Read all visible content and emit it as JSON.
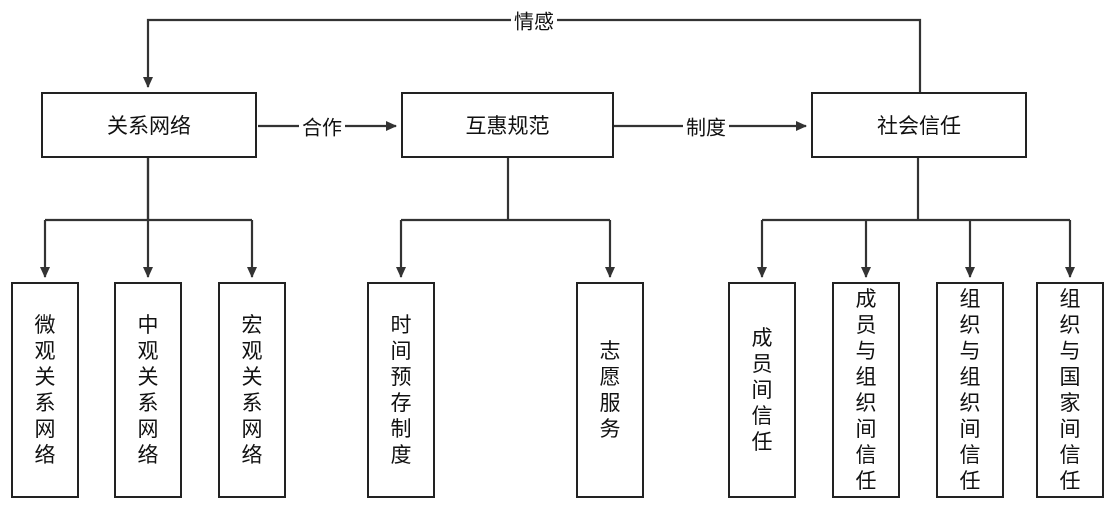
{
  "edges": {
    "feedback_label": "情感",
    "cooperation_label": "合作",
    "institution_label": "制度"
  },
  "main": {
    "network": "关系网络",
    "norms": "互惠规范",
    "trust": "社会信任"
  },
  "network_children": [
    "微观关系网络",
    "中观关系网络",
    "宏观关系网络"
  ],
  "norms_children": [
    "时间预存制度",
    "志愿服务"
  ],
  "trust_children": [
    "成员间信任",
    "成员与组织间信任",
    "组织与组织间信任",
    "组织与国家间信任"
  ]
}
